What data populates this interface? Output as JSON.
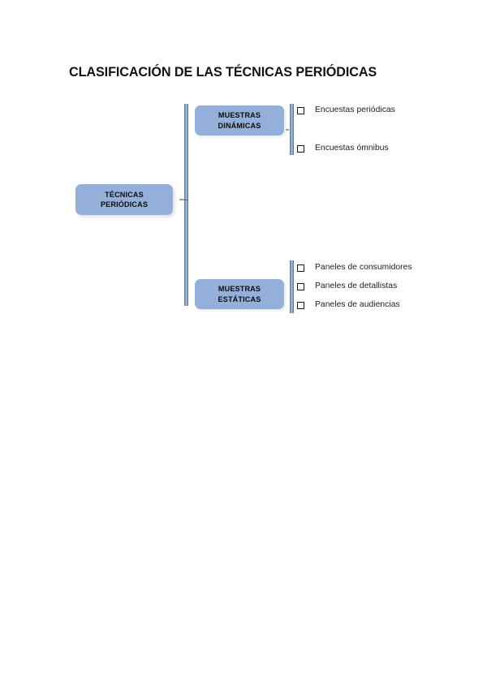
{
  "page": {
    "title": "CLASIFICACIÓN DE LAS TÉCNICAS PERIÓDICAS",
    "background_color": "#ffffff"
  },
  "diagram": {
    "type": "tree",
    "accent_color": "#93afda",
    "connector_color": "#5e7ca8",
    "text_color": "#0d0d0d",
    "root": {
      "label": "TÉCNICAS\nPERIÓDICAS"
    },
    "branches": [
      {
        "label": "MUESTRAS\nDINÁMICAS",
        "items": [
          {
            "bullet": "open-square-bullet",
            "text": "Encuestas periódicas"
          },
          {
            "bullet": "open-square-bullet",
            "text": "Encuestas ómnibus"
          }
        ]
      },
      {
        "label": "MUESTRAS\nESTÁTICAS",
        "items": [
          {
            "bullet": "open-square-bullet",
            "text": "Paneles de consumidores"
          },
          {
            "bullet": "open-square-bullet",
            "text": "Paneles de detallistas"
          },
          {
            "bullet": "open-square-bullet",
            "text": "Paneles de audiencias"
          }
        ]
      }
    ]
  }
}
